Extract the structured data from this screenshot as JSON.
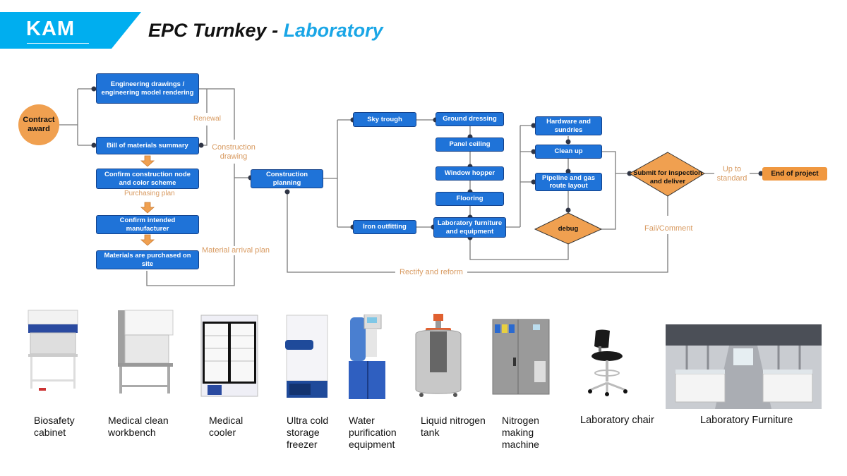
{
  "header": {
    "brand": "KAM",
    "title_main": "EPC Turnkey - ",
    "title_accent": "Laboratory",
    "brand_color": "#00aeef",
    "accent_color": "#1aa6e6"
  },
  "flow": {
    "start": "Contract award",
    "design": {
      "engineering": "Engineering drawings / engineering model rendering",
      "bom": "Bill of materials summary",
      "confirm_node": "Confirm construction node and color scheme",
      "confirm_manufacturer": "Confirm intended manufacturer",
      "materials_purchased": "Materials are purchased on site"
    },
    "planning": "Construction planning",
    "install": {
      "sky_trough": "Sky trough",
      "iron_outfitting": "Iron outfitting",
      "ground_dressing": "Ground dressing",
      "panel_ceiling": "Panel ceiling",
      "window_hopper": "Window hopper",
      "flooring": "Flooring",
      "lab_furniture": "Laboratory furniture and equipment"
    },
    "finishing": {
      "hardware": "Hardware and sundries",
      "clean_up": "Clean up",
      "pipeline": "Pipeline and gas route layout",
      "debug": "debug"
    },
    "inspection": "Submit for inspection and deliver",
    "end": "End of project",
    "notes": {
      "renewal": "Renewal",
      "construction_drawing": "Construction drawing",
      "purchasing_plan": "Purchasing plan",
      "material_arrival_plan": "Material arrival plan",
      "up_to_standard": "Up to standard",
      "fail_comment": "Fail/Comment",
      "rectify_reform": "Rectify and reform"
    },
    "colors": {
      "process_box": "#1f73d8",
      "decision": "#f0a050",
      "note_text": "#d89a60",
      "connector": "#777777"
    }
  },
  "products": [
    {
      "name": "Biosafety cabinet",
      "icon": "biosafety-cabinet-image"
    },
    {
      "name": "Medical clean workbench",
      "icon": "clean-workbench-image"
    },
    {
      "name": "Medical cooler",
      "icon": "medical-cooler-image"
    },
    {
      "name": "Ultra cold storage freezer",
      "icon": "freezer-image"
    },
    {
      "name": "Water purification equipment",
      "icon": "water-purifier-image"
    },
    {
      "name": "Liquid nitrogen tank",
      "icon": "nitrogen-tank-image"
    },
    {
      "name": "Nitrogen making machine",
      "icon": "nitrogen-machine-image"
    },
    {
      "name": "Laboratory chair",
      "icon": "lab-chair-image"
    },
    {
      "name": "Laboratory Furniture",
      "icon": "lab-furniture-image"
    }
  ]
}
